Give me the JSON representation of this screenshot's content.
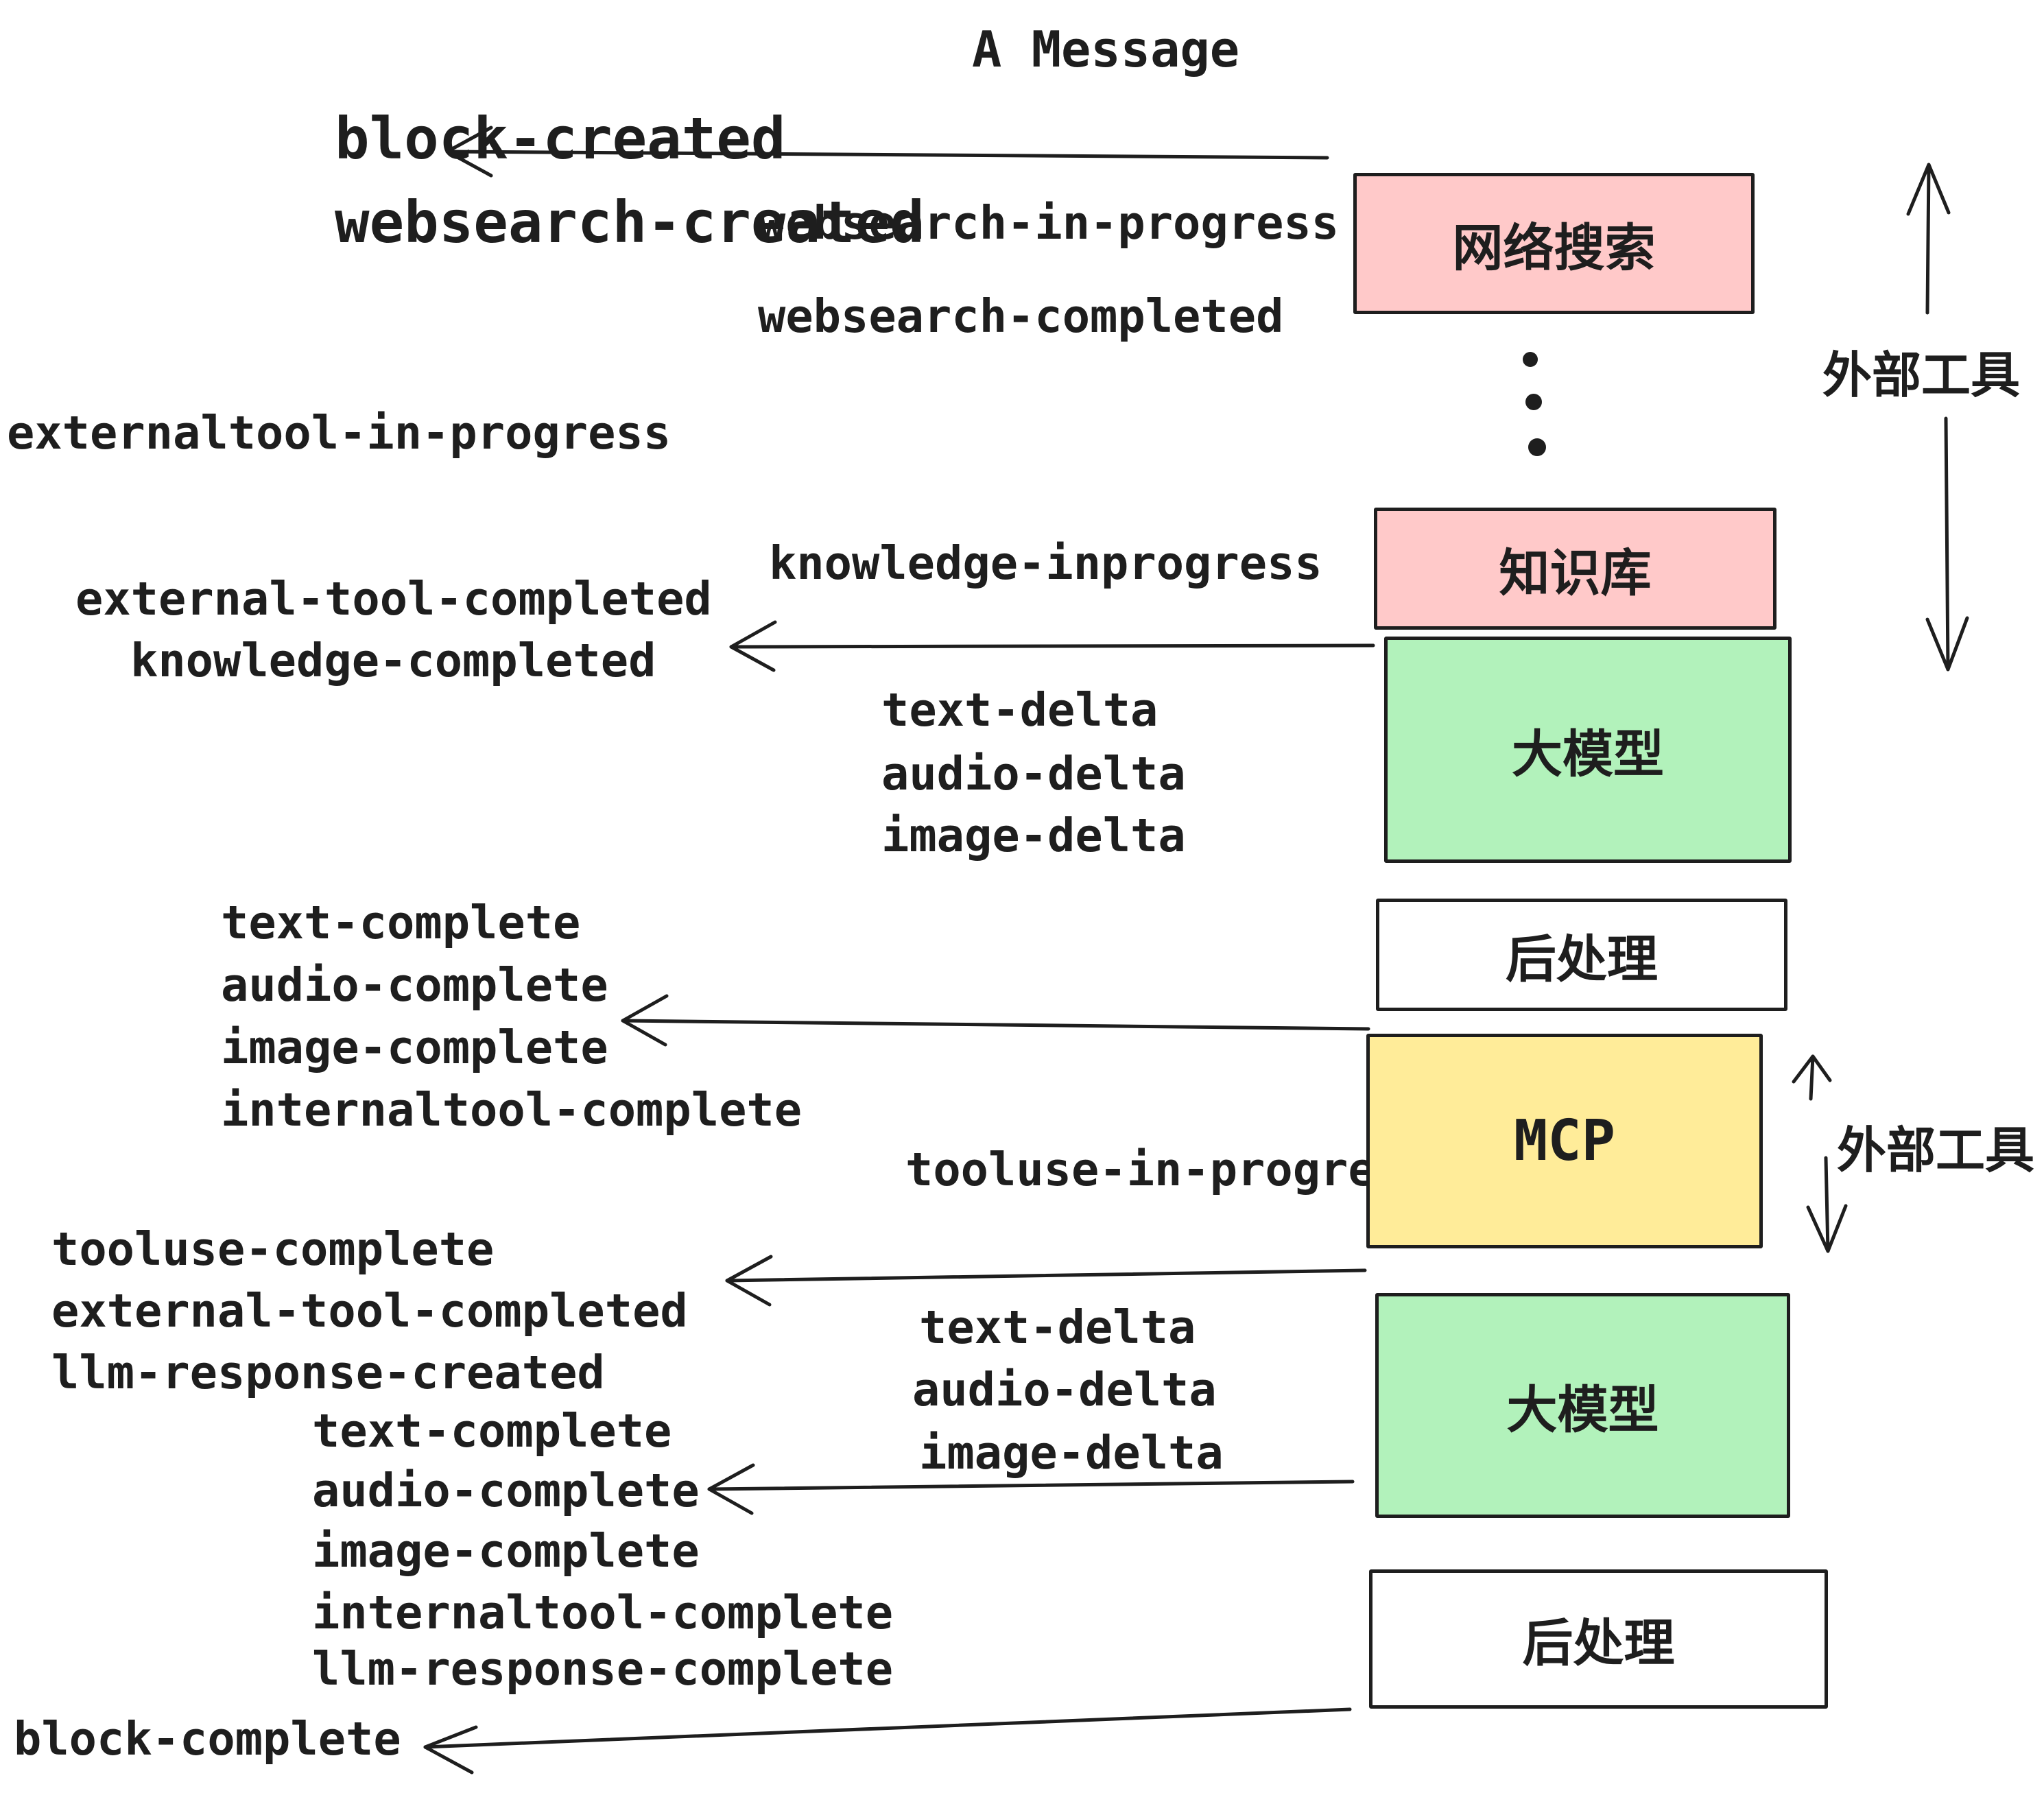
{
  "title": "A Message",
  "colors": {
    "pink": "#ffc9c9",
    "green": "#b2f2bb",
    "yellow": "#ffec99",
    "white": "#ffffff",
    "stroke": "#1e1e1e",
    "background": "#ffffff"
  },
  "boxes": {
    "websearch": {
      "label": "网络搜索",
      "color": "#ffc9c9"
    },
    "knowledge": {
      "label": "知识库",
      "color": "#ffc9c9"
    },
    "llm1": {
      "label": "大模型",
      "color": "#b2f2bb"
    },
    "post1": {
      "label": "后处理",
      "color": "#ffffff"
    },
    "mcp": {
      "label": "MCP",
      "color": "#ffec99"
    },
    "llm2": {
      "label": "大模型",
      "color": "#b2f2bb"
    },
    "post2": {
      "label": "后处理",
      "color": "#ffffff"
    }
  },
  "side_labels": {
    "external_tools_top": "外部工具",
    "external_tools_middle": "外部工具"
  },
  "events": {
    "block_created": "block-created",
    "websearch_created": "websearch-created",
    "websearch_in_progress": "websearch-in-progress",
    "websearch_completed": "websearch-completed",
    "externaltool_in_progress": "externaltool-in-progress",
    "knowledge_inprogress": "knowledge-inprogress",
    "external_tool_completed_1": "external-tool-completed",
    "knowledge_completed": "knowledge-completed",
    "text_delta_1": "text-delta",
    "audio_delta_1": "audio-delta",
    "image_delta_1": "image-delta",
    "text_complete_1": "text-complete",
    "audio_complete_1": "audio-complete",
    "image_complete_1": "image-complete",
    "internaltool_complete_1": "internaltool-complete",
    "tooluse_in_progress": "tooluse-in-progress",
    "tooluse_complete": "tooluse-complete",
    "external_tool_completed_2": "external-tool-completed",
    "llm_response_created": "llm-response-created",
    "text_complete_2": "text-complete",
    "audio_complete_2": "audio-complete",
    "image_complete_2": "image-complete",
    "internaltool_complete_2": "internaltool-complete",
    "llm_response_complete": "llm-response-complete",
    "text_delta_2": "text-delta",
    "audio_delta_2": "audio-delta",
    "image_delta_2": "image-delta",
    "block_complete": "block-complete"
  }
}
